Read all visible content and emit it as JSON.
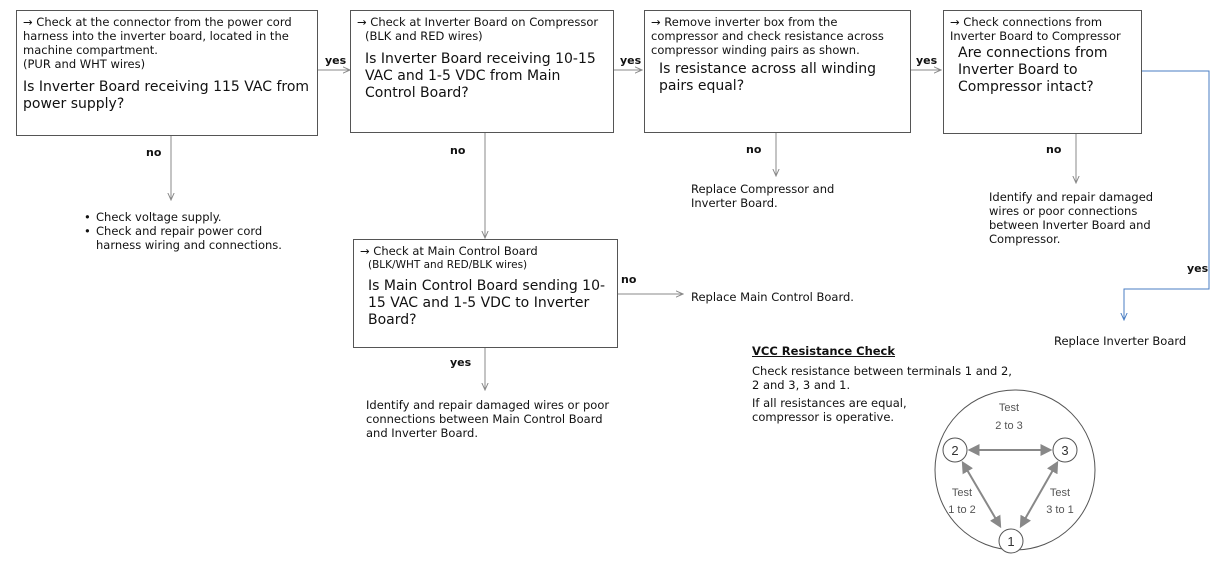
{
  "boxes": {
    "b1": {
      "line1": "→ Check at the connector from the power cord harness into the inverter board, located in the machine  compartment.",
      "line2": "(PUR and WHT wires)",
      "question": "Is Inverter Board receiving 115 VAC from power supply?"
    },
    "b2": {
      "line1": "→ Check at Inverter Board on Compressor",
      "line2": "(BLK and RED wires)",
      "question": "Is Inverter Board receiving 10-15 VAC and 1-5 VDC from Main Control Board?"
    },
    "b3": {
      "line1": "→ Remove inverter box from the compressor and check resistance across compressor winding pairs as shown.",
      "question": "Is resistance across all winding pairs equal?"
    },
    "b4": {
      "line1": "→ Check connections from Inverter Board to Compressor",
      "question": "Are connections from Inverter Board to Compressor intact?"
    },
    "b5": {
      "line1": "→ Check at Main Control Board",
      "line2": "(BLK/WHT and RED/BLK wires)",
      "question": "Is Main Control Board sending 10-15 VAC and 1-5 VDC to Inverter Board?"
    }
  },
  "labels": {
    "yes": "yes",
    "no": "no"
  },
  "outcomes": {
    "b1_no_items": [
      "Check voltage supply.",
      "Check and repair power cord harness wiring and connections."
    ],
    "b3_no": "Replace Compressor and Inverter Board.",
    "b4_no": "Identify and repair damaged wires or poor connections between Inverter Board and Compressor.",
    "b4_yes": "Replace Inverter Board",
    "b5_no": "Replace Main Control Board.",
    "b5_yes": "Identify and repair damaged wires or poor connections between Main Control Board and Inverter Board."
  },
  "vcc": {
    "title": "VCC Resistance Check",
    "text1": "Check resistance between terminals 1 and 2, 2 and 3, 3 and 1.",
    "text2": "If all resistances are equal, compressor is operative.",
    "terminals": [
      "1",
      "2",
      "3"
    ],
    "test_word": "Test",
    "pairs": [
      "2 to 3",
      "1 to 2",
      "3 to 1"
    ]
  },
  "colors": {
    "line": "#888888",
    "blue_line": "#4a7ec3",
    "border": "#555555"
  }
}
